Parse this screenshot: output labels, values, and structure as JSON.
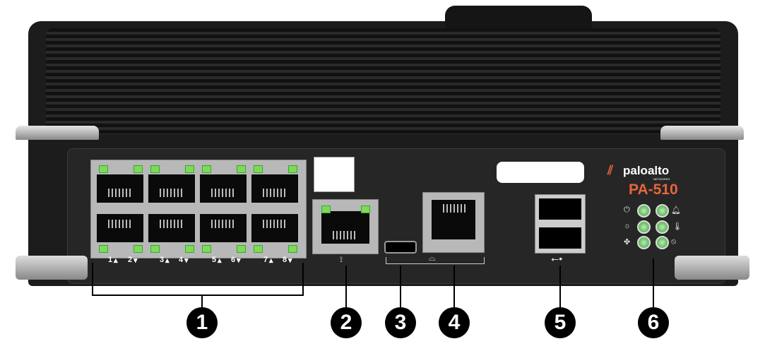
{
  "brand": {
    "logo_text": "paloalto",
    "logo_sub": "NETWORKS",
    "model": "PA-510",
    "model_color": "#e8643c"
  },
  "ports": {
    "labels": [
      "1",
      "2",
      "3",
      "4",
      "5",
      "6",
      "7",
      "8"
    ]
  },
  "status_leds": {
    "left_icons": [
      "power-icon",
      "sun-icon",
      "fan-icon"
    ],
    "right_icons": [
      "bell-icon",
      "thermometer-icon",
      "wrench-icon"
    ]
  },
  "port_icons": {
    "mgmt": "network-icon",
    "console": "console-icon",
    "usb": "usb-icon"
  },
  "callouts": [
    "1",
    "2",
    "3",
    "4",
    "5",
    "6"
  ]
}
